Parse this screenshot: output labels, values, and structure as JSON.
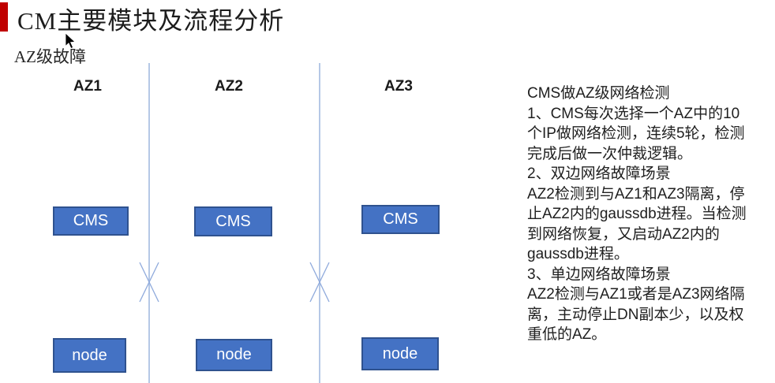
{
  "page": {
    "title": "CM主要模块及流程分析",
    "subtitle": "AZ级故障"
  },
  "colors": {
    "accent_bar": "#c00000",
    "box_fill": "#4472c4",
    "box_border": "#2f528f",
    "partition_line": "#b5c8e6",
    "x_mark": "#8faadc",
    "box_text": "#ffffff"
  },
  "diagram": {
    "columns": [
      {
        "az": "AZ1",
        "cms": "CMS",
        "node": "node"
      },
      {
        "az": "AZ2",
        "cms": "CMS",
        "node": "node"
      },
      {
        "az": "AZ3",
        "cms": "CMS",
        "node": "node"
      }
    ]
  },
  "notes": {
    "lines": [
      "CMS做AZ级网络检测",
      "1、CMS每次选择一个AZ中的10",
      "个IP做网络检测，连续5轮，检测",
      "完成后做一次仲裁逻辑。",
      "2、双边网络故障场景",
      "AZ2检测到与AZ1和AZ3隔离，停",
      "止AZ2内的gaussdb进程。当检测",
      "到网络恢复，又启动AZ2内的",
      "gaussdb进程。",
      "3、单边网络故障场景",
      "AZ2检测与AZ1或者是AZ3网络隔",
      "离，主动停止DN副本少，以及权",
      "重低的AZ。"
    ]
  }
}
